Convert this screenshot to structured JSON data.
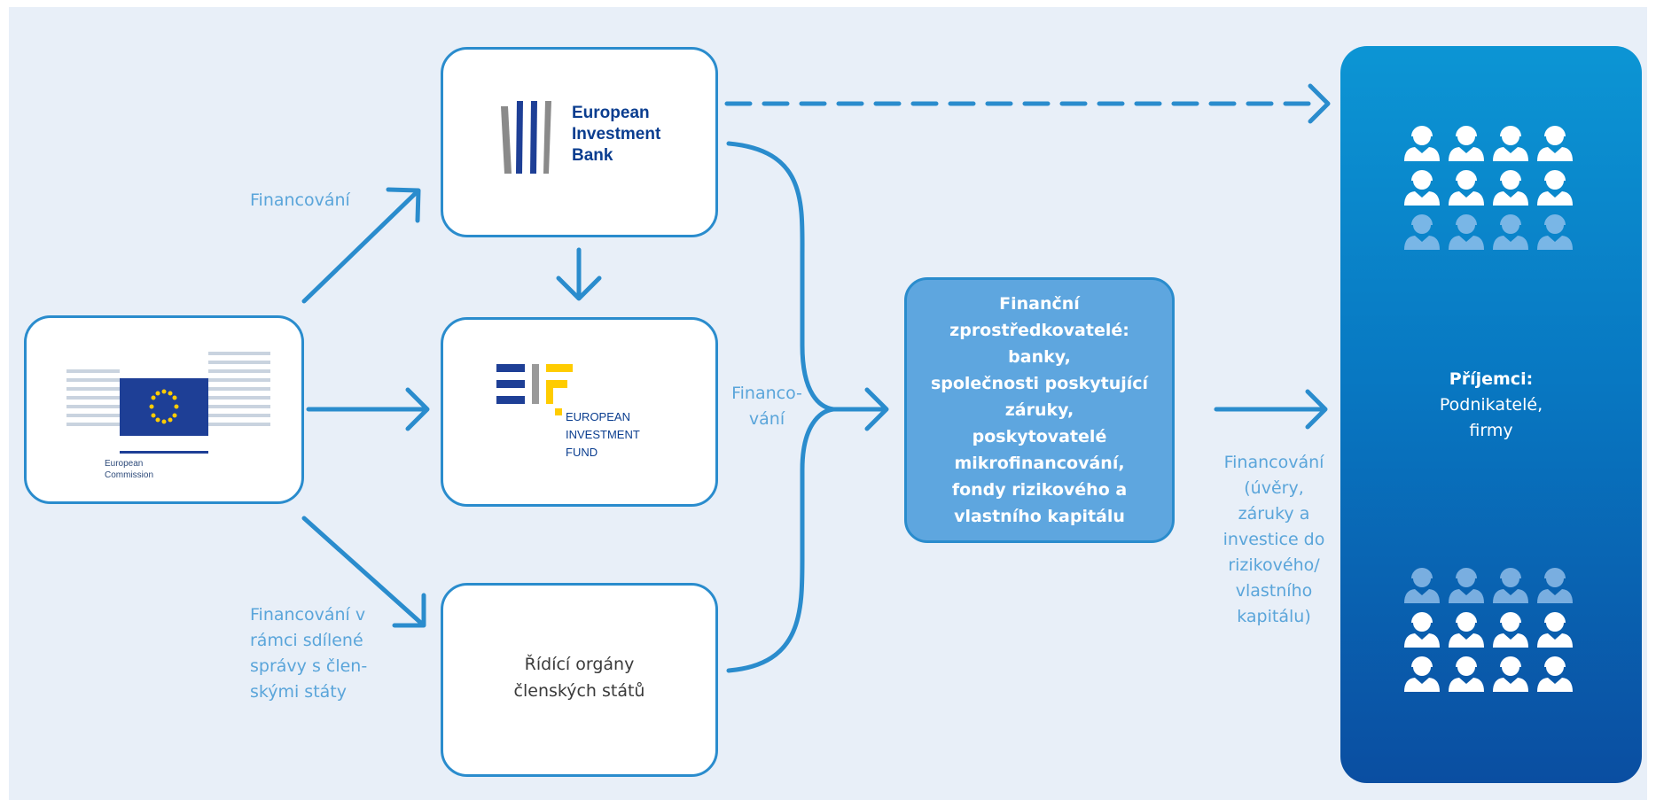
{
  "ec": {
    "text_line1": "European",
    "text_line2": "Commission",
    "logo_icon": "eu-flag-icon"
  },
  "eib": {
    "line1": "European",
    "line2": "Investment",
    "line3": "Bank",
    "logo_icon": "eib-logo-icon"
  },
  "eif": {
    "line1": "EUROPEAN",
    "line2": "INVESTMENT",
    "line3": "FUND",
    "logo_icon": "eif-logo-icon"
  },
  "managing_authorities": {
    "line1": "Řídící orgány",
    "line2": "členských států"
  },
  "intermediaries": {
    "lines": [
      "Finanční zprostředkovatelé:",
      "banky,",
      "společnosti poskytující",
      "záruky,",
      "poskytovatelé",
      "mikrofinancování,",
      "fondy rizikového a",
      "vlastního kapitálu"
    ]
  },
  "recipients": {
    "title": "Příjemci:",
    "line1": "Podnikatelé,",
    "line2": "firmy",
    "icon": "people-icon"
  },
  "labels": {
    "funding_top": "Financování",
    "funding_shared": [
      "Financování v",
      "rámci sdílené",
      "správy s člen-",
      "skými státy"
    ],
    "funding_mid": [
      "Financo-",
      "vání"
    ],
    "funding_right": [
      "Financování",
      "(úvěry,",
      "záruky a",
      "investice do",
      "rizikového/",
      "vlastního",
      "kapitálu)"
    ]
  },
  "colors": {
    "background": "#e8eff8",
    "accent": "#2a8ccd",
    "label": "#5aa5da",
    "eu_blue": "#1e3f96",
    "eu_star": "#ffcc00"
  }
}
